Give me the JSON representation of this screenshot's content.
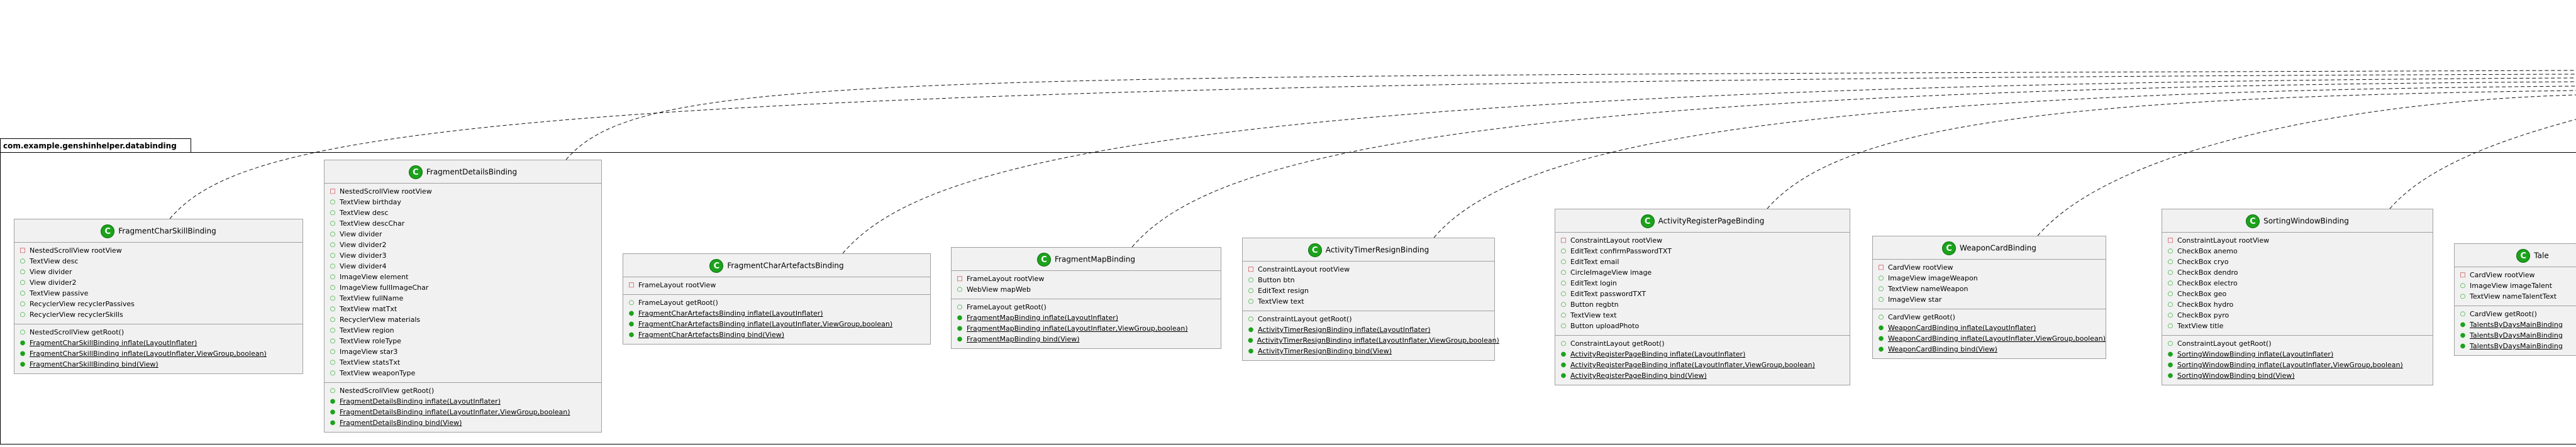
{
  "package": {
    "name": "com.example.genshinhelper.databinding"
  },
  "classes": [
    {
      "id": "FragmentCharSkillBinding",
      "name": "FragmentCharSkillBinding",
      "badge": "C",
      "fields": [
        {
          "vis": "private",
          "text": "NestedScrollView rootView"
        },
        {
          "vis": "public",
          "text": "TextView desc"
        },
        {
          "vis": "public",
          "text": "View divider"
        },
        {
          "vis": "public",
          "text": "View divider2"
        },
        {
          "vis": "public",
          "text": "TextView passive"
        },
        {
          "vis": "public",
          "text": "RecyclerView recyclerPassives"
        },
        {
          "vis": "public",
          "text": "RecyclerView recyclerSkills"
        }
      ],
      "methods": [
        {
          "static": false,
          "text": "NestedScrollView getRoot()"
        },
        {
          "static": true,
          "text": "FragmentCharSkillBinding inflate(LayoutInflater)"
        },
        {
          "static": true,
          "text": "FragmentCharSkillBinding inflate(LayoutInflater,ViewGroup,boolean)"
        },
        {
          "static": true,
          "text": "FragmentCharSkillBinding bind(View)"
        }
      ]
    },
    {
      "id": "FragmentDetailsBinding",
      "name": "FragmentDetailsBinding",
      "badge": "C",
      "fields": [
        {
          "vis": "private",
          "text": "NestedScrollView rootView"
        },
        {
          "vis": "public",
          "text": "TextView birthday"
        },
        {
          "vis": "public",
          "text": "TextView desc"
        },
        {
          "vis": "public",
          "text": "TextView descChar"
        },
        {
          "vis": "public",
          "text": "View divider"
        },
        {
          "vis": "public",
          "text": "View divider2"
        },
        {
          "vis": "public",
          "text": "View divider3"
        },
        {
          "vis": "public",
          "text": "View divider4"
        },
        {
          "vis": "public",
          "text": "ImageView element"
        },
        {
          "vis": "public",
          "text": "ImageView fullImageChar"
        },
        {
          "vis": "public",
          "text": "TextView fullName"
        },
        {
          "vis": "public",
          "text": "TextView matTxt"
        },
        {
          "vis": "public",
          "text": "RecyclerView materials"
        },
        {
          "vis": "public",
          "text": "TextView region"
        },
        {
          "vis": "public",
          "text": "TextView roleType"
        },
        {
          "vis": "public",
          "text": "ImageView star3"
        },
        {
          "vis": "public",
          "text": "TextView statsTxt"
        },
        {
          "vis": "public",
          "text": "TextView weaponType"
        }
      ],
      "methods": [
        {
          "static": false,
          "text": "NestedScrollView getRoot()"
        },
        {
          "static": true,
          "text": "FragmentDetailsBinding inflate(LayoutInflater)"
        },
        {
          "static": true,
          "text": "FragmentDetailsBinding inflate(LayoutInflater,ViewGroup,boolean)"
        },
        {
          "static": true,
          "text": "FragmentDetailsBinding bind(View)"
        }
      ]
    },
    {
      "id": "FragmentCharArtefactsBinding",
      "name": "FragmentCharArtefactsBinding",
      "badge": "C",
      "fields": [
        {
          "vis": "private",
          "text": "FrameLayout rootView"
        }
      ],
      "methods": [
        {
          "static": false,
          "text": "FrameLayout getRoot()"
        },
        {
          "static": true,
          "text": "FragmentCharArtefactsBinding inflate(LayoutInflater)"
        },
        {
          "static": true,
          "text": "FragmentCharArtefactsBinding inflate(LayoutInflater,ViewGroup,boolean)"
        },
        {
          "static": true,
          "text": "FragmentCharArtefactsBinding bind(View)"
        }
      ]
    },
    {
      "id": "FragmentMapBinding",
      "name": "FragmentMapBinding",
      "badge": "C",
      "fields": [
        {
          "vis": "private",
          "text": "FrameLayout rootView"
        },
        {
          "vis": "public",
          "text": "WebView mapWeb"
        }
      ],
      "methods": [
        {
          "static": false,
          "text": "FrameLayout getRoot()"
        },
        {
          "static": true,
          "text": "FragmentMapBinding inflate(LayoutInflater)"
        },
        {
          "static": true,
          "text": "FragmentMapBinding inflate(LayoutInflater,ViewGroup,boolean)"
        },
        {
          "static": true,
          "text": "FragmentMapBinding bind(View)"
        }
      ]
    },
    {
      "id": "ActivityTimerResignBinding",
      "name": "ActivityTimerResignBinding",
      "badge": "C",
      "fields": [
        {
          "vis": "private",
          "text": "ConstraintLayout rootView"
        },
        {
          "vis": "public",
          "text": "Button btn"
        },
        {
          "vis": "public",
          "text": "EditText resign"
        },
        {
          "vis": "public",
          "text": "TextView text"
        }
      ],
      "methods": [
        {
          "static": false,
          "text": "ConstraintLayout getRoot()"
        },
        {
          "static": true,
          "text": "ActivityTimerResignBinding inflate(LayoutInflater)"
        },
        {
          "static": true,
          "text": "ActivityTimerResignBinding inflate(LayoutInflater,ViewGroup,boolean)"
        },
        {
          "static": true,
          "text": "ActivityTimerResignBinding bind(View)"
        }
      ]
    },
    {
      "id": "ActivityRegisterPageBinding",
      "name": "ActivityRegisterPageBinding",
      "badge": "C",
      "fields": [
        {
          "vis": "private",
          "text": "ConstraintLayout rootView"
        },
        {
          "vis": "public",
          "text": "EditText confirmPasswordTXT"
        },
        {
          "vis": "public",
          "text": "EditText email"
        },
        {
          "vis": "public",
          "text": "CircleImageView image"
        },
        {
          "vis": "public",
          "text": "EditText login"
        },
        {
          "vis": "public",
          "text": "EditText passwordTXT"
        },
        {
          "vis": "public",
          "text": "Button regbtn"
        },
        {
          "vis": "public",
          "text": "TextView text"
        },
        {
          "vis": "public",
          "text": "Button uploadPhoto"
        }
      ],
      "methods": [
        {
          "static": false,
          "text": "ConstraintLayout getRoot()"
        },
        {
          "static": true,
          "text": "ActivityRegisterPageBinding inflate(LayoutInflater)"
        },
        {
          "static": true,
          "text": "ActivityRegisterPageBinding inflate(LayoutInflater,ViewGroup,boolean)"
        },
        {
          "static": true,
          "text": "ActivityRegisterPageBinding bind(View)"
        }
      ]
    },
    {
      "id": "WeaponCardBinding",
      "name": "WeaponCardBinding",
      "badge": "C",
      "fields": [
        {
          "vis": "private",
          "text": "CardView rootView"
        },
        {
          "vis": "public",
          "text": "ImageView imageWeapon"
        },
        {
          "vis": "public",
          "text": "TextView nameWeapon"
        },
        {
          "vis": "public",
          "text": "ImageView star"
        }
      ],
      "methods": [
        {
          "static": false,
          "text": "CardView getRoot()"
        },
        {
          "static": true,
          "text": "WeaponCardBinding inflate(LayoutInflater)"
        },
        {
          "static": true,
          "text": "WeaponCardBinding inflate(LayoutInflater,ViewGroup,boolean)"
        },
        {
          "static": true,
          "text": "WeaponCardBinding bind(View)"
        }
      ]
    },
    {
      "id": "SortingWindowBinding",
      "name": "SortingWindowBinding",
      "badge": "C",
      "fields": [
        {
          "vis": "private",
          "text": "ConstraintLayout rootView"
        },
        {
          "vis": "public",
          "text": "CheckBox anemo"
        },
        {
          "vis": "public",
          "text": "CheckBox cryo"
        },
        {
          "vis": "public",
          "text": "CheckBox dendro"
        },
        {
          "vis": "public",
          "text": "CheckBox electro"
        },
        {
          "vis": "public",
          "text": "CheckBox geo"
        },
        {
          "vis": "public",
          "text": "CheckBox hydro"
        },
        {
          "vis": "public",
          "text": "CheckBox pyro"
        },
        {
          "vis": "public",
          "text": "TextView title"
        }
      ],
      "methods": [
        {
          "static": false,
          "text": "ConstraintLayout getRoot()"
        },
        {
          "static": true,
          "text": "SortingWindowBinding inflate(LayoutInflater)"
        },
        {
          "static": true,
          "text": "SortingWindowBinding inflate(LayoutInflater,ViewGroup,boolean)"
        },
        {
          "static": true,
          "text": "SortingWindowBinding bind(View)"
        }
      ]
    },
    {
      "id": "TalentsByDaysMainBinding",
      "name": "Tale",
      "badge": "C",
      "fields": [
        {
          "vis": "private",
          "text": "CardView rootView"
        },
        {
          "vis": "public",
          "text": "ImageView imageTalent"
        },
        {
          "vis": "public",
          "text": "TextView nameTalentText"
        }
      ],
      "methods": [
        {
          "static": false,
          "text": "CardView getRoot()"
        },
        {
          "static": true,
          "text": "TalentsByDaysMainBinding"
        },
        {
          "static": true,
          "text": "TalentsByDaysMainBinding"
        },
        {
          "static": true,
          "text": "TalentsByDaysMainBinding"
        }
      ]
    }
  ],
  "colors": {
    "badge": "#1ba31b",
    "private_marker": "#c82930",
    "public_marker": "#1ba31b",
    "class_fill": "#f1f1f1",
    "class_border": "#a0a0a0"
  },
  "icons": {
    "class_badge": "class-badge-icon",
    "private_field": "private-square-icon",
    "public_member": "public-circle-icon"
  }
}
